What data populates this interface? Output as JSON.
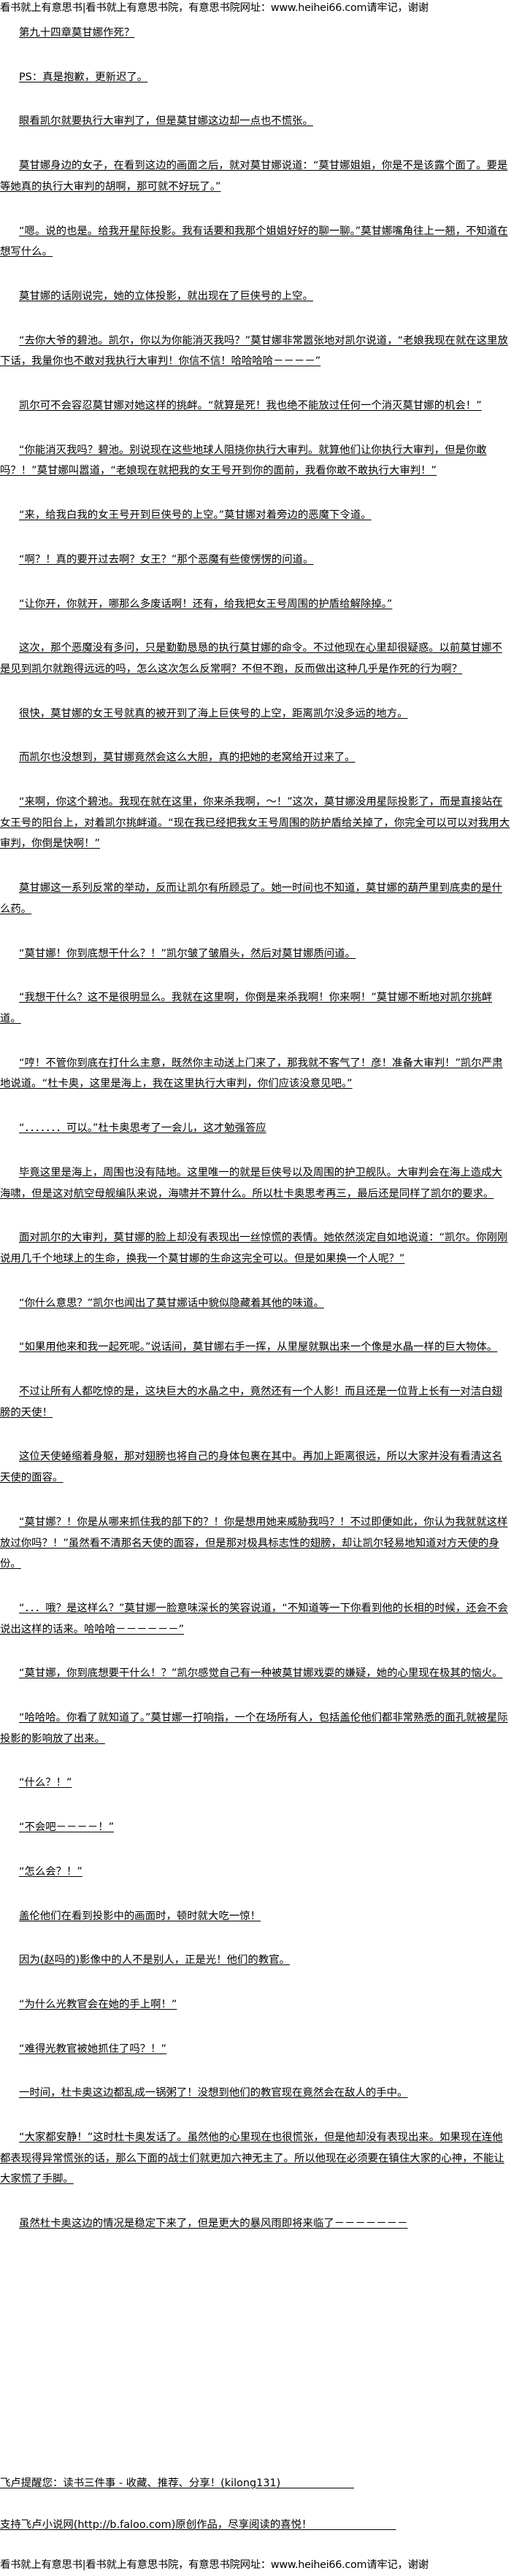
{
  "site_banner": "看书就上有意思书|看书就上有意思书院，有意思书院网址：www.heihei66.com请牢记，谢谢",
  "chapter_title": "第九十四章莫甘娜作死？",
  "paragraphs": [
    "PS：真是抱歉，更新迟了。",
    "眼看凯尔就要执行大审判了，但是莫甘娜这边却一点也不慌张。",
    "莫甘娜身边的女子，在看到这边的画面之后，就对莫甘娜说道：“莫甘娜姐姐，你是不是该露个面了。要是等她真的执行大审判的胡啊，那可就不好玩了。”",
    "“嗯。说的也是。给我开星际投影。我有话要和我那个姐姐好好的聊一聊。”莫甘娜嘴角往上一翘，不知道在想写什么。",
    "莫甘娜的话刚说完，她的立体投影，就出现在了巨侠号的上空。",
    "“去你大爷的碧池。凯尔，你以为你能消灭我吗？”莫甘娜非常嚣张地对凯尔说道，“老娘我现在就在这里放下话，我量你也不敢对我执行大审判！你信不信！哈哈哈哈－－－－”",
    "凯尔可不会容忍莫甘娜对她这样的挑衅。“就算是死！我也绝不能放过任何一个消灭莫甘娜的机会！”",
    "“你能消灭我吗？碧池。别说现在这些地球人阻挠你执行大审判。就算他们让你执行大审判，但是你敢吗？！”莫甘娜叫嚣道，“老娘现在就把我的女王号开到你的面前，我看你敢不敢执行大审判！”",
    "“来，给我白我的女王号开到巨侠号的上空。”莫甘娜对着旁边的恶魔下令道。",
    "“啊？！真的要开过去啊？女王？”那个恶魔有些傻愣愣的问道。",
    "“让你开，你就开，哪那么多废话啊！还有，给我把女王号周围的护盾给解除掉。”",
    "这次，那个恶魔没有多问，只是勤勤恳恳的执行莫甘娜的命令。不过他现在心里却很疑惑。以前莫甘娜不是见到凯尔就跑得远远的吗，怎么这次怎么反常啊？不但不跑，反而做出这种几乎是作死的行为啊？",
    "很快，莫甘娜的女王号就真的被开到了海上巨侠号的上空，距离凯尔没多远的地方。",
    "而凯尔也没想到，莫甘娜竟然会这么大胆，真的把她的老窝给开过来了。",
    "“来啊，你这个碧池。我现在就在这里，你来杀我啊，～！”这次，莫甘娜没用星际投影了，而是直接站在女王号的阳台上，对着凯尔挑衅道。“现在我已经把我女王号周围的防护盾给关掉了，你完全可以可以对我用大审判，你倒是快啊！”",
    "莫甘娜这一系列反常的举动，反而让凯尔有所顾忌了。她一时间也不知道，莫甘娜的葫芦里到底卖的是什么药。",
    "“莫甘娜！你到底想干什么？！”凯尔皱了皱眉头，然后对莫甘娜质问道。",
    "“我想干什么？这不是很明显么。我就在这里啊，你倒是来杀我啊！你来啊！”莫甘娜不断地对凯尔挑衅道。",
    "“哼！不管你到底在打什么主意，既然你主动送上门来了，那我就不客气了！彦！准备大审判！”凯尔严肃地说道。“杜卡奥，这里是海上，我在这里执行大审判，你们应该没意见吧。”",
    "“．．．．．．．可以。”杜卡奥思考了一会儿，这才勉强答应",
    "毕竟这里是海上，周围也没有陆地。这里唯一的就是巨侠号以及周围的护卫舰队。大审判会在海上造成大海啸，但是这对航空母舰编队来说，海啸并不算什么。所以杜卡奥思考再三，最后还是同样了凯尔的要求。",
    "面对凯尔的大审判，莫甘娜的脸上却没有表现出一丝惊慌的表情。她依然淡定自如地说道：“凯尔。你刚刚说用几千个地球上的生命，换我一个莫甘娜的生命这完全可以。但是如果换一个人呢？”",
    "“你什么意思？”凯尔也闻出了莫甘娜话中貌似隐藏着其他的味道。",
    "“如果用他来和我一起死呢。”说话间，莫甘娜右手一挥，从里屋就飘出来一个像是水晶一样的巨大物体。",
    "不过让所有人都吃惊的是，这块巨大的水晶之中，竟然还有一个人影！而且还是一位背上长有一对洁白翅膀的天使！",
    "这位天使蜷缩着身躯，那对翅膀也将自己的身体包裹在其中。再加上距离很远，所以大家并没有看清这名天使的面容。",
    "“莫甘娜？！你是从哪来抓住我的部下的？！你是想用她来威胁我吗？！不过即便如此，你认为我就就这样放过你吗？！”虽然看不清那名天使的面容，但是那对极具标志性的翅膀，却让凯尔轻易地知道对方天使的身份。",
    "“．．．哦？是这样么？”莫甘娜一脸意味深长的笑容说道，“不知道等一下你看到他的长相的时候，还会不会说出这样的话来。哈哈哈－－－－－－”",
    "“莫甘娜，你到底想要干什么！？”凯尔感觉自己有一种被莫甘娜戏耍的嫌疑，她的心里现在极其的恼火。",
    "“哈哈哈。你看了就知道了。”莫甘娜一打响指，一个在场所有人，包括盖伦他们都非常熟悉的面孔就被星际投影的影响放了出来。",
    "“什么？！”",
    "“不会吧－－－－！”",
    "“怎么会？！”",
    "盖伦他们在看到投影中的画面时，顿时就大吃一惊！",
    "因为(赵吗的)影像中的人不是别人，正是光！他们的教官。",
    "“为什么光教官会在她的手上啊！”",
    "“难得光教官被她抓住了吗？！”",
    "一时间，杜卡奥这边都乱成一锅粥了！没想到他们的教官现在竟然会在敌人的手中。",
    "“大家都安静！”这时杜卡奥发话了。虽然他的心里现在也很慌张，但是他却没有表现出来。如果现在连他都表现得异常慌张的话，那么下面的战士们就更加六神无主了。所以他现在必须要在镇住大家的心神，不能让大家慌了手脚。",
    "虽然杜卡奥这边的情况是稳定下来了，但是更大的暴风雨即将来临了－－－－－－－"
  ],
  "footer": {
    "reminder": "飞卢提醒您：读书三件事 - 收藏、推荐、分享！(kilong131)　　　　　　　",
    "support": "支持飞卢小说网(http://b.faloo.com)原创作品，尽享阅读的喜悦！　　　　　　　　"
  }
}
